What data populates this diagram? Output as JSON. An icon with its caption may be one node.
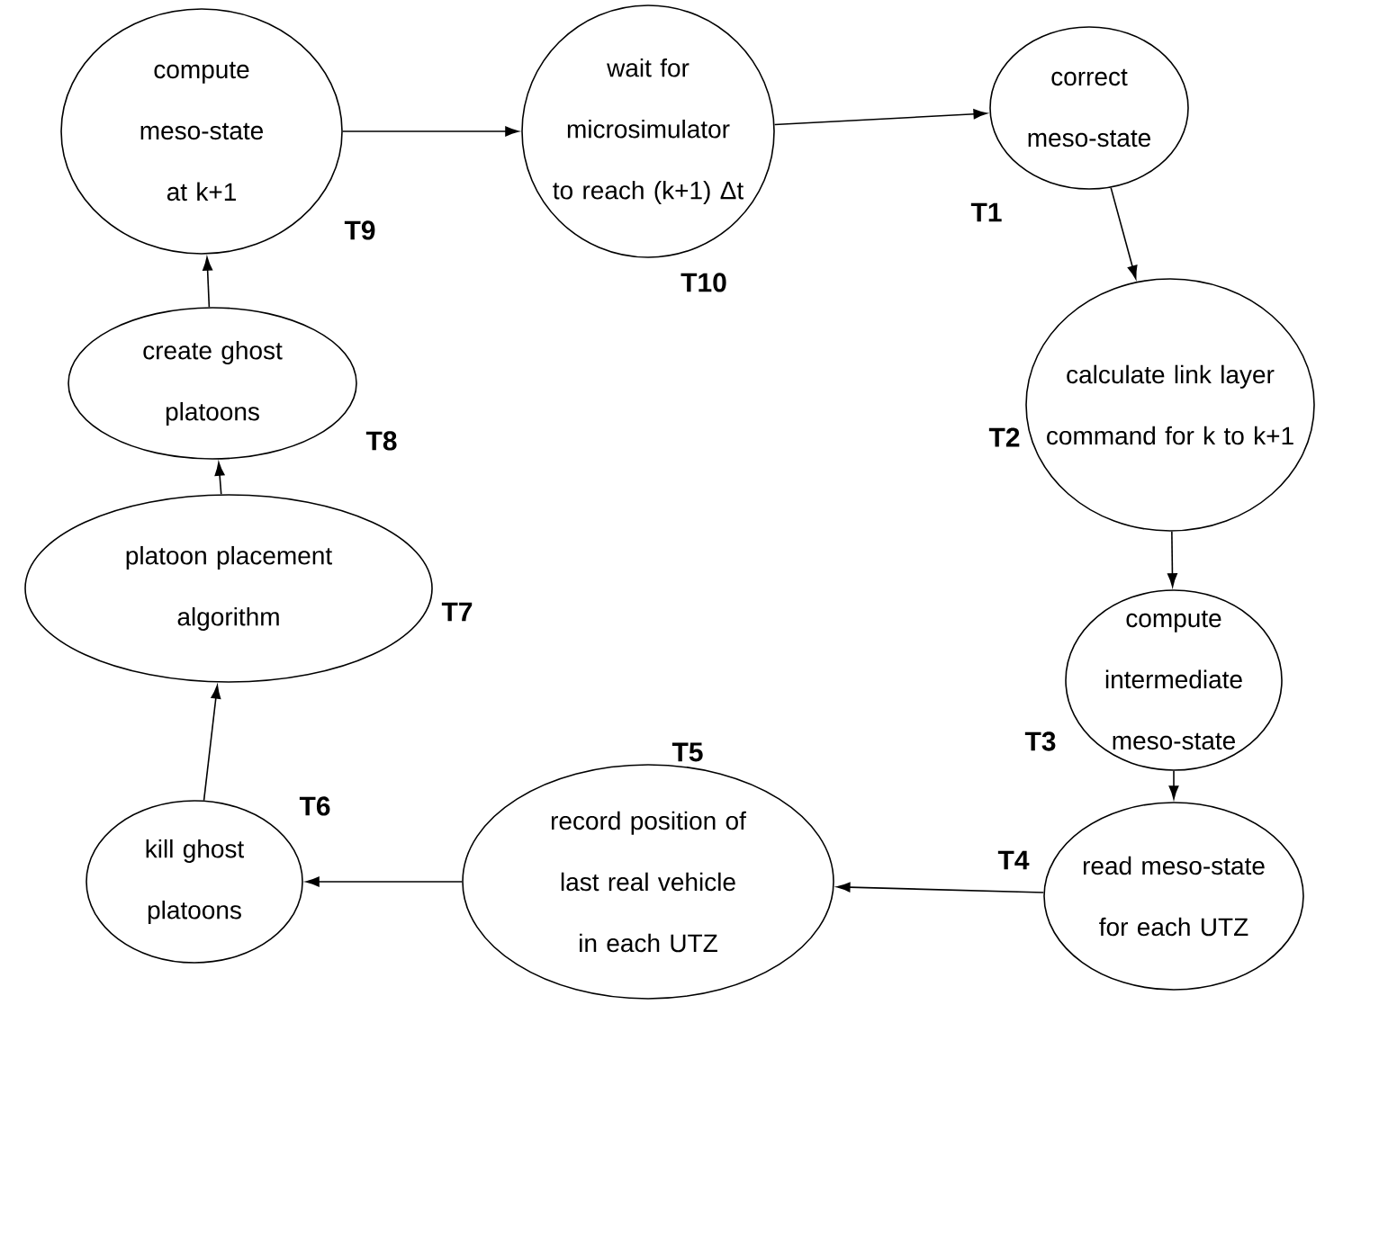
{
  "diagram": {
    "nodes": [
      {
        "text": [
          "correct meso-state"
        ],
        "beside": [
          "T1"
        ]
      },
      {
        "text": [
          "calculate link layer command for k to k+1"
        ],
        "beside": [
          "T2"
        ]
      },
      {
        "text": [
          "compute intermediate meso-state"
        ],
        "beside": [
          "T3"
        ]
      },
      {
        "text": [
          "read meso-state for each UTZ"
        ],
        "beside": [
          "T4"
        ]
      },
      {
        "text": [
          "record position of last real vehicle in each UTZ"
        ],
        "beside": [
          "T5"
        ]
      },
      {
        "text": [
          "kill ghost platoons"
        ],
        "beside": [
          "T6"
        ]
      },
      {
        "text": [
          "platoon placement algorithm"
        ],
        "beside": [
          "T7"
        ]
      },
      {
        "text": [
          "create ghost platoons"
        ],
        "beside": [
          "T8"
        ]
      },
      {
        "text": [
          "compute meso-state at k+1"
        ],
        "beside": [
          "T9"
        ]
      },
      {
        "text": [
          "wait for microsimulator to reach (k+1) Δt"
        ],
        "beside": [
          "T10"
        ]
      }
    ],
    "edges": [
      {
        "from": 0,
        "to": 1,
        "arrow": "to"
      },
      {
        "from": 1,
        "to": 2,
        "arrow": "to"
      },
      {
        "from": 2,
        "to": 3,
        "arrow": "to"
      },
      {
        "from": 3,
        "to": 4,
        "arrow": "to"
      },
      {
        "from": 4,
        "to": 5,
        "arrow": "to"
      },
      {
        "from": 5,
        "to": 6,
        "arrow": "to"
      },
      {
        "from": 6,
        "to": 7,
        "arrow": "to"
      },
      {
        "from": 7,
        "to": 8,
        "arrow": "to"
      },
      {
        "from": 8,
        "to": 9,
        "arrow": "to"
      },
      {
        "from": 9,
        "to": 0,
        "arrow": "to"
      }
    ]
  }
}
